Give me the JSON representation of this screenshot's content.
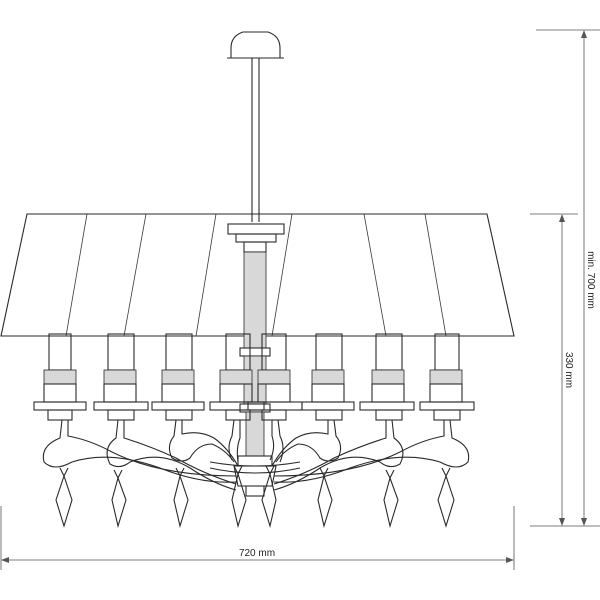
{
  "dimensions": {
    "width_label": "720 mm",
    "shade_height_label": "330 mm",
    "min_height_label": "min. 700 mm"
  }
}
